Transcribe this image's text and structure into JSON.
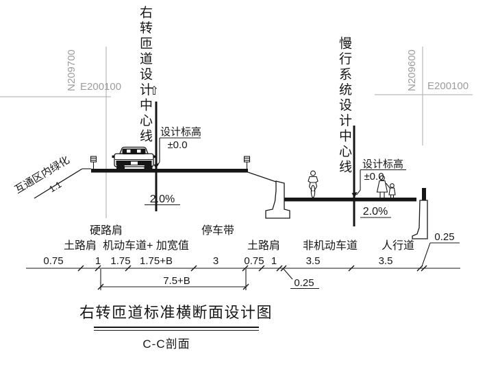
{
  "drawing": {
    "coordinate_grid": {
      "left": {
        "northing": "N209700",
        "easting": "E200100"
      },
      "right": {
        "northing": "N209600",
        "easting": "E200100"
      }
    },
    "centerlines": {
      "ramp": "右转匝道设计中心线",
      "ramp_arrow": "⇧",
      "slow_system": "慢行系统设计中心线"
    },
    "elevation_left": {
      "label": "设计标高",
      "value": "±0.0",
      "slope": "2.0%"
    },
    "elevation_right": {
      "label": "设计标高",
      "value": "±0.0",
      "slope": "2.0%"
    },
    "embankment": {
      "label": "互通区内绿化",
      "ratio": "1:1"
    },
    "dimensions": {
      "values": [
        "0.75",
        "1",
        "1.75",
        "1.75+B",
        "3",
        "0.75",
        "1",
        "3.5",
        "3.5"
      ],
      "labels_top": [
        "硬路肩",
        "停车带"
      ],
      "labels_bottom": [
        "土路肩",
        "机动车道+ 加宽值",
        "土路肩",
        "非机动车道",
        "人行道"
      ],
      "total": "7.5+B",
      "curb_bottom": "0.25",
      "curb_right": "0.25"
    },
    "title": {
      "main": "右转匝道标准横断面设计图",
      "section": "C-C剖面"
    }
  }
}
